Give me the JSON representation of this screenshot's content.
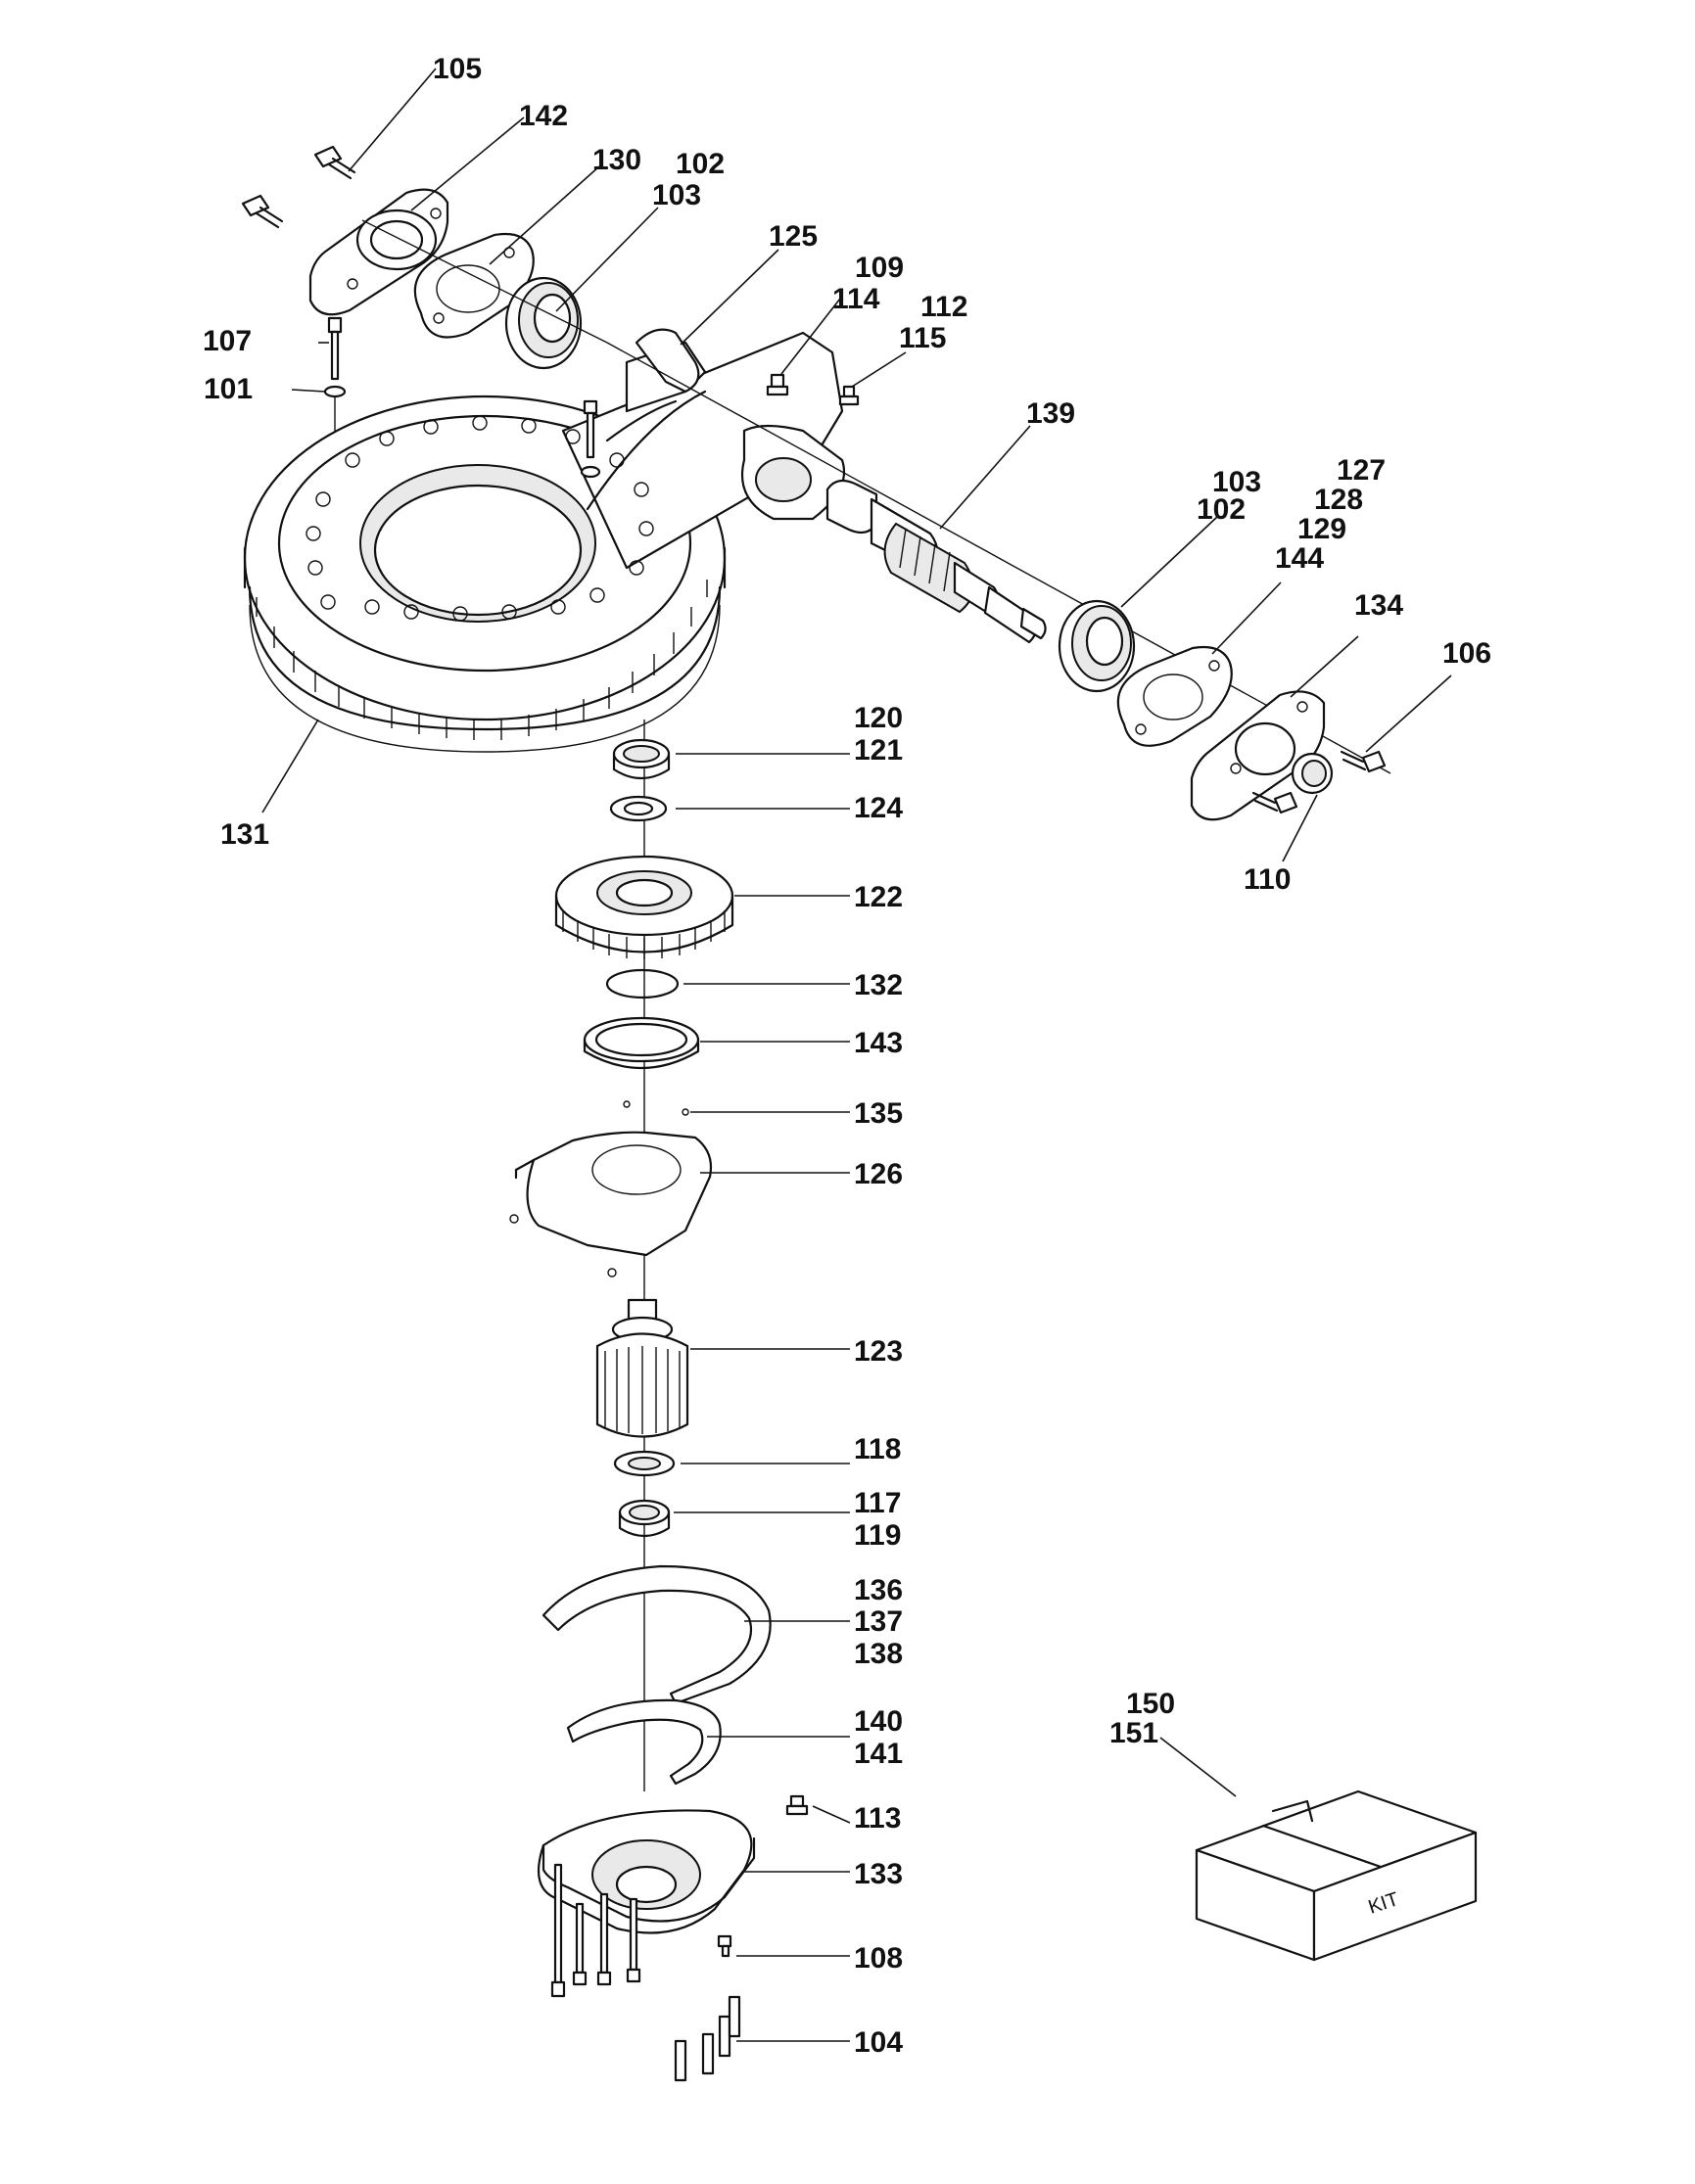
{
  "callouts": {
    "c105": "105",
    "c142": "142",
    "c130": "130",
    "c102a": "102",
    "c103a": "103",
    "c125": "125",
    "c109": "109",
    "c114": "114",
    "c112": "112",
    "c115": "115",
    "c107": "107",
    "c101": "101",
    "c139": "139",
    "c103b": "103",
    "c102b": "102",
    "c127": "127",
    "c128": "128",
    "c129": "129",
    "c144": "144",
    "c134": "134",
    "c106": "106",
    "c110": "110",
    "c131": "131",
    "c120": "120",
    "c121": "121",
    "c124": "124",
    "c122": "122",
    "c132": "132",
    "c143": "143",
    "c135": "135",
    "c126": "126",
    "c123": "123",
    "c118": "118",
    "c117": "117",
    "c119": "119",
    "c136": "136",
    "c137": "137",
    "c138": "138",
    "c140": "140",
    "c141": "141",
    "c113": "113",
    "c133": "133",
    "c108": "108",
    "c104": "104",
    "c150": "150",
    "c151": "151"
  },
  "kit_box_label": "KIT"
}
